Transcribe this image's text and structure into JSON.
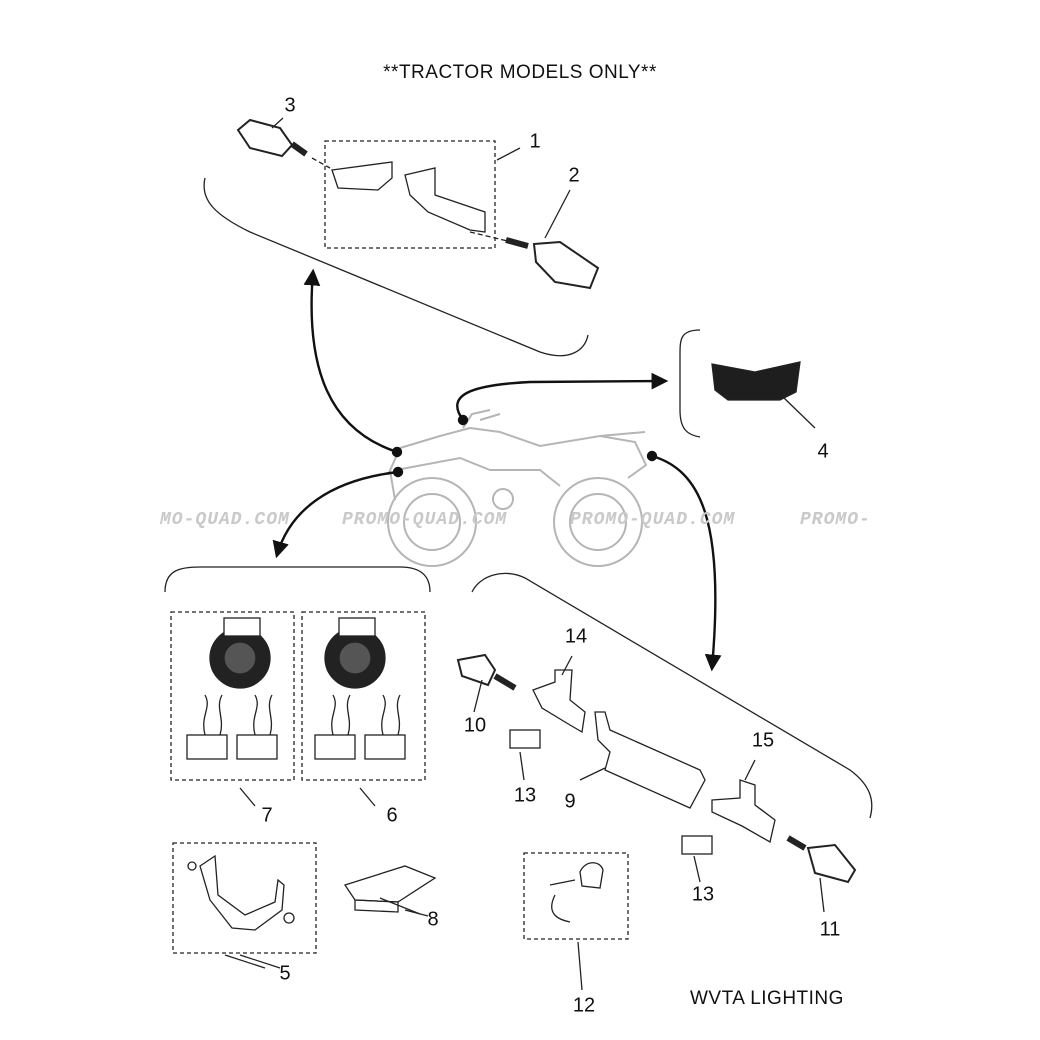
{
  "header": {
    "title": "**TRACTOR MODELS ONLY**"
  },
  "footer": {
    "label": "WVTA LIGHTING"
  },
  "watermarks": [
    "MO-QUAD.COM",
    "PROMO-QUAD.COM",
    "PROMO-QUAD.COM",
    "PROMO-"
  ],
  "callouts": {
    "c1": "1",
    "c2": "2",
    "c3": "3",
    "c4": "4",
    "c5": "5",
    "c6": "6",
    "c7": "7",
    "c8": "8",
    "c9": "9",
    "c10": "10",
    "c11": "11",
    "c12": "12",
    "c13a": "13",
    "c13b": "13",
    "c14": "14",
    "c15": "15"
  },
  "colors": {
    "line": "#222222",
    "ghost": "#b5b5b5",
    "watermark": "#c9c9c9"
  }
}
